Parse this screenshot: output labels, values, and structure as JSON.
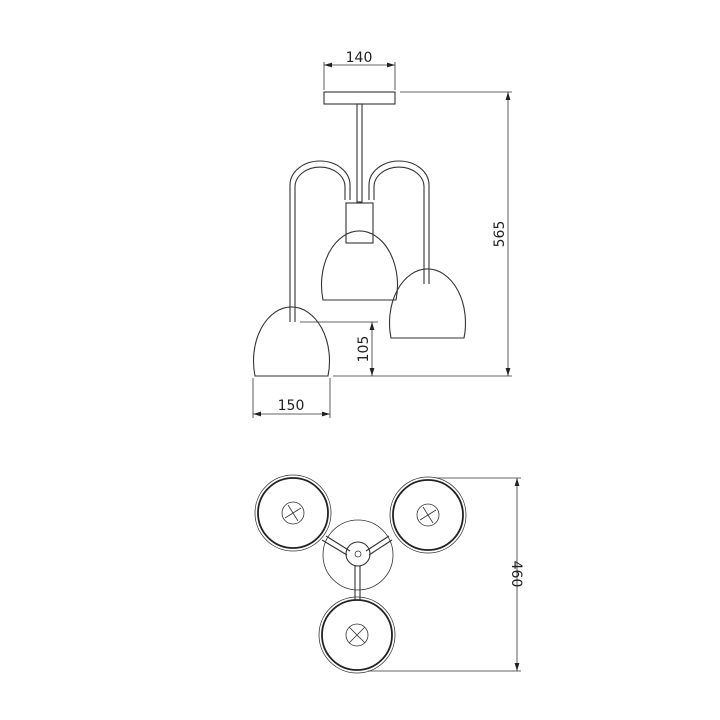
{
  "dimensions": {
    "canopy_width": "140",
    "total_height": "565",
    "shade_height": "105",
    "shade_diameter": "150",
    "overall_diameter": "460"
  }
}
